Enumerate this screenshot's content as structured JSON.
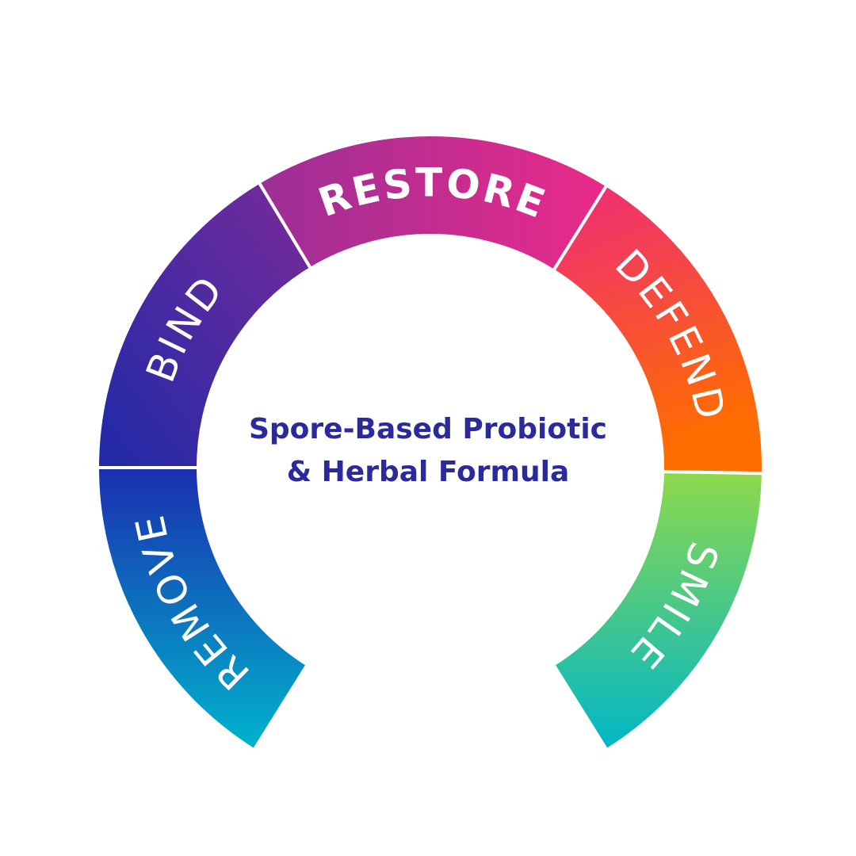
{
  "center": {
    "line1": "Spore-Based Probiotic",
    "line2": "& Herbal Formula"
  },
  "segments": [
    {
      "label": "REMOVE",
      "colors": [
        "#00b4cc",
        "#1a2fb0"
      ]
    },
    {
      "label": "BIND",
      "colors": [
        "#1e2aa8",
        "#7a2a9a"
      ]
    },
    {
      "label": "RESTORE",
      "colors": [
        "#9b2f96",
        "#ea2a8a"
      ]
    },
    {
      "label": "DEFEND",
      "colors": [
        "#ee2a7b",
        "#ff6d00"
      ]
    },
    {
      "label": "SMILE",
      "colors": [
        "#8ed94b",
        "#00b6c8"
      ]
    }
  ],
  "text_color": "#2b2a9c"
}
